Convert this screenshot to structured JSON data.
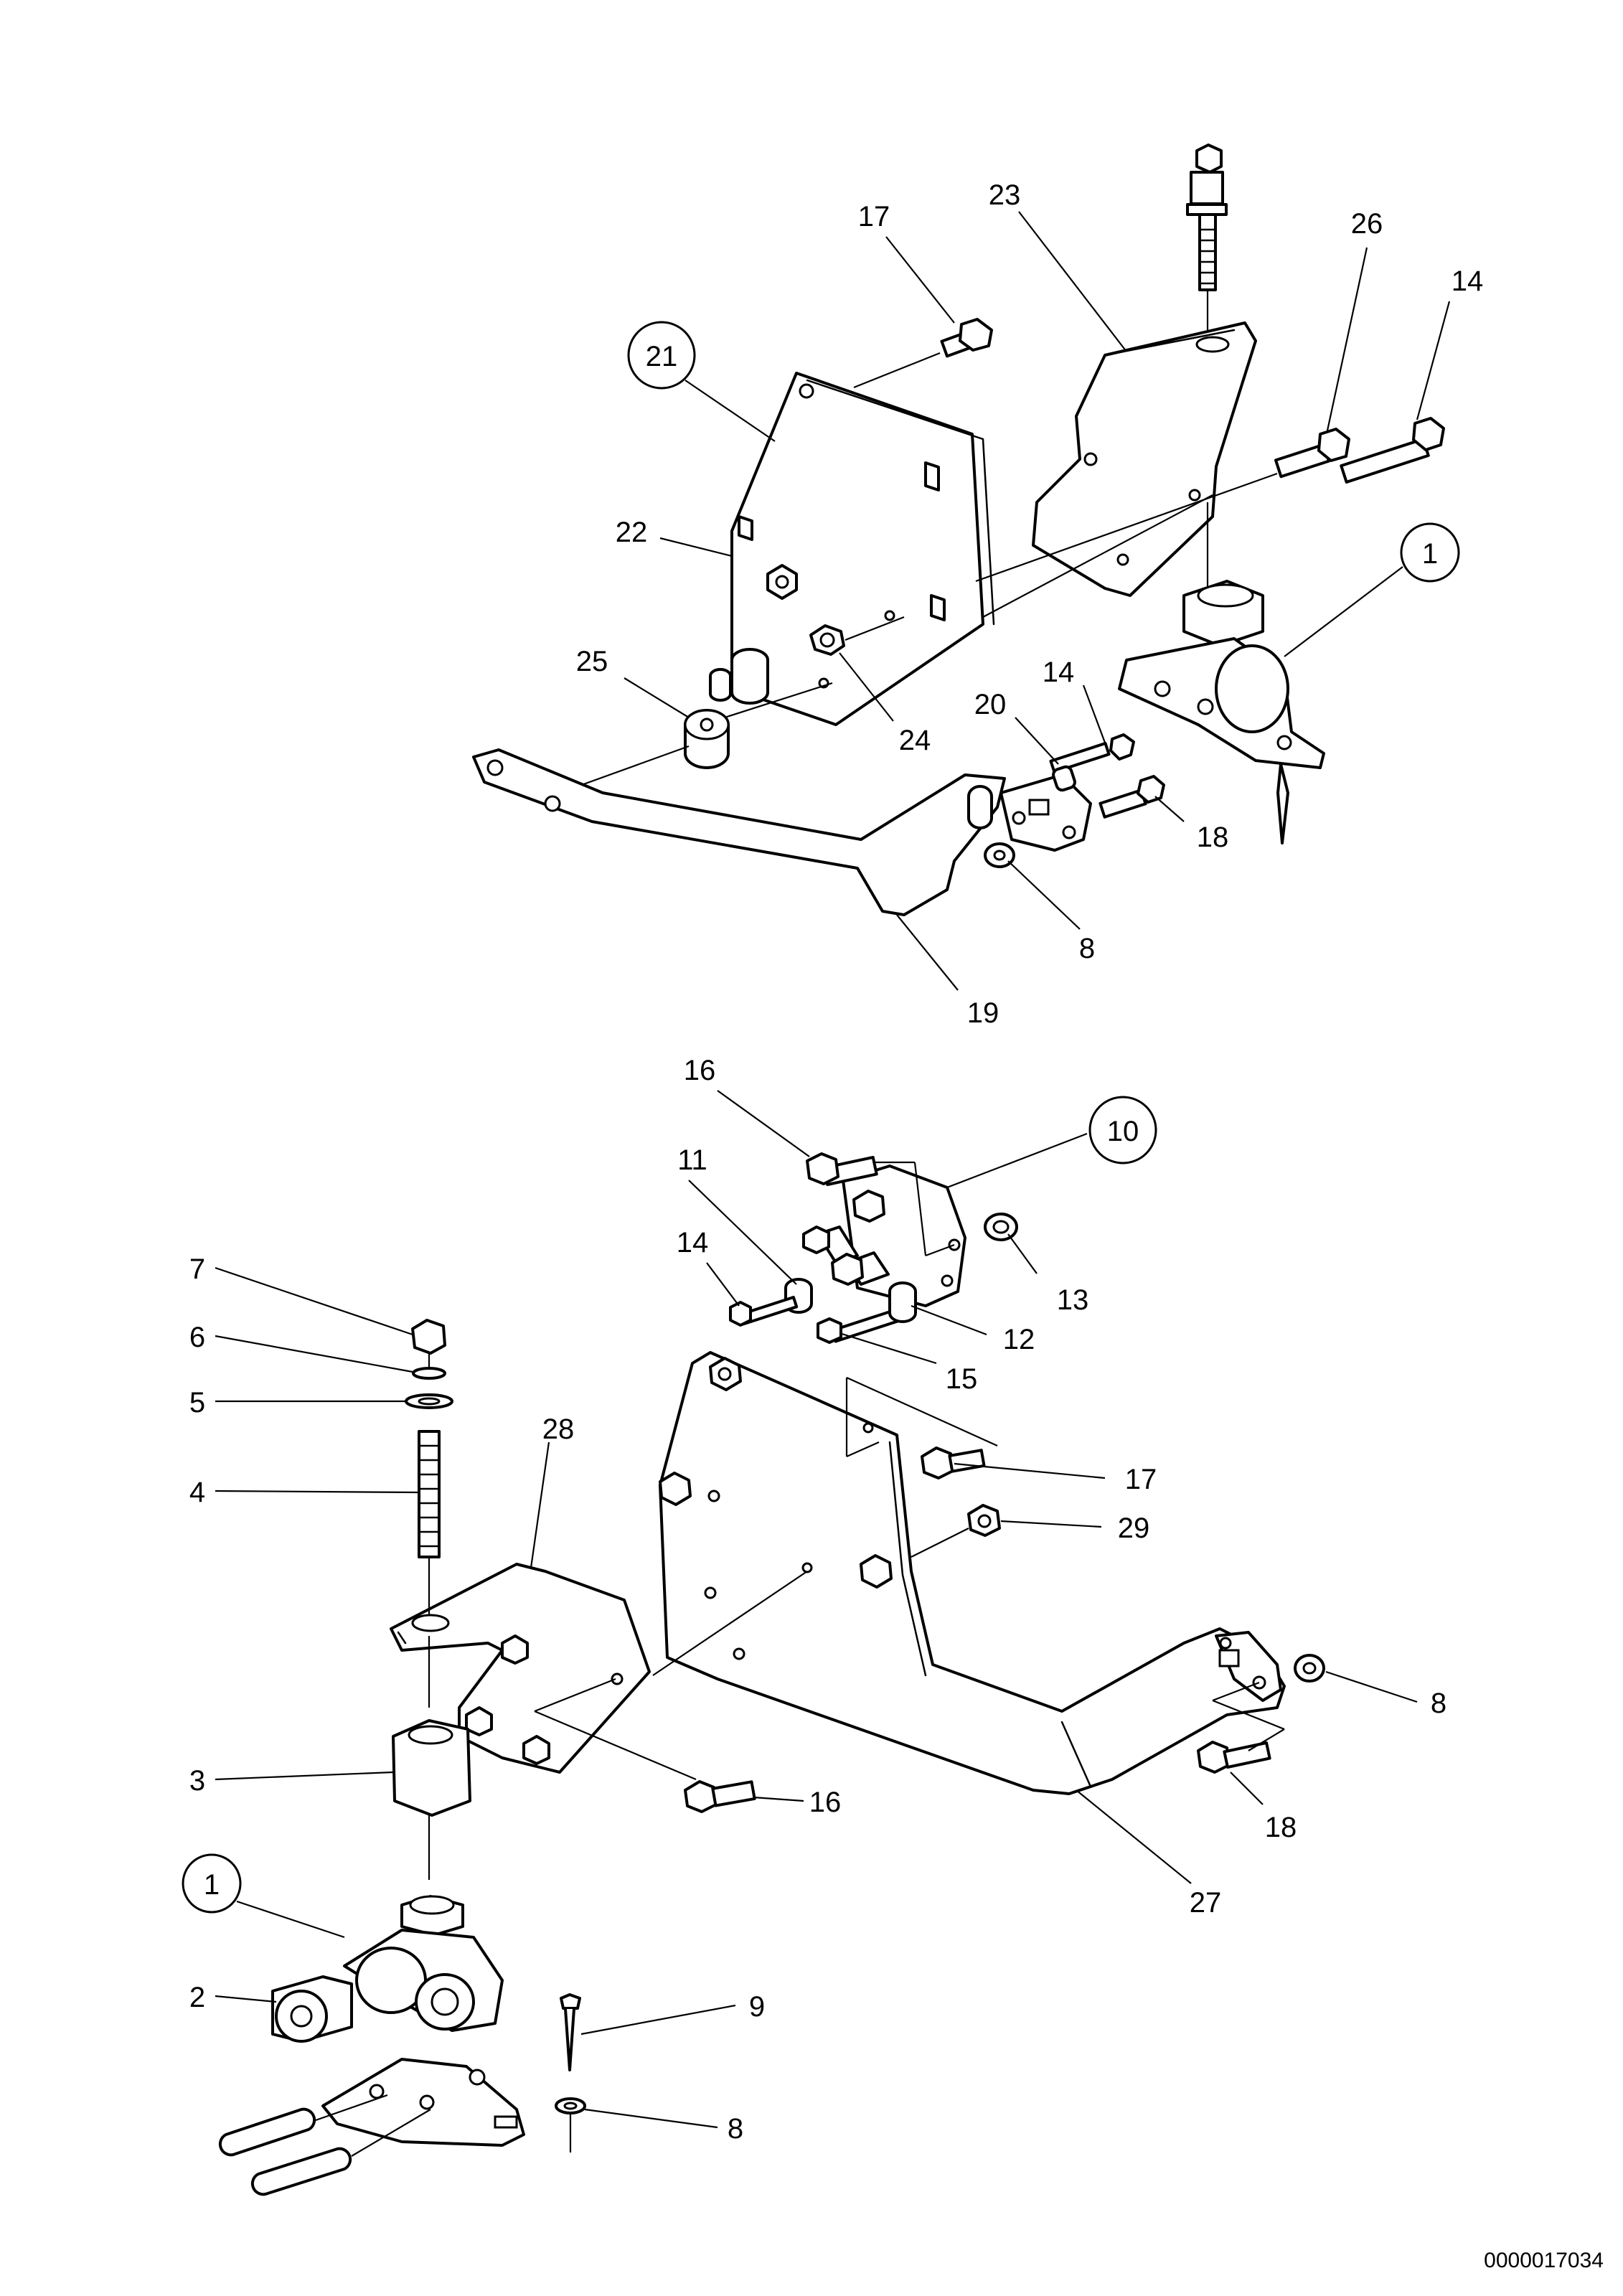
{
  "document": {
    "id": "0000017034"
  },
  "callouts": [
    {
      "label": "17",
      "circled": false
    },
    {
      "label": "23",
      "circled": false
    },
    {
      "label": "26",
      "circled": false
    },
    {
      "label": "14",
      "circled": false
    },
    {
      "label": "21",
      "circled": true
    },
    {
      "label": "22",
      "circled": false
    },
    {
      "label": "1",
      "circled": true
    },
    {
      "label": "25",
      "circled": false
    },
    {
      "label": "24",
      "circled": false
    },
    {
      "label": "20",
      "circled": false
    },
    {
      "label": "14",
      "circled": false
    },
    {
      "label": "18",
      "circled": false
    },
    {
      "label": "8",
      "circled": false
    },
    {
      "label": "19",
      "circled": false
    },
    {
      "label": "16",
      "circled": false
    },
    {
      "label": "10",
      "circled": true
    },
    {
      "label": "11",
      "circled": false
    },
    {
      "label": "14",
      "circled": false
    },
    {
      "label": "13",
      "circled": false
    },
    {
      "label": "12",
      "circled": false
    },
    {
      "label": "15",
      "circled": false
    },
    {
      "label": "7",
      "circled": false
    },
    {
      "label": "6",
      "circled": false
    },
    {
      "label": "5",
      "circled": false
    },
    {
      "label": "4",
      "circled": false
    },
    {
      "label": "28",
      "circled": false
    },
    {
      "label": "17",
      "circled": false
    },
    {
      "label": "29",
      "circled": false
    },
    {
      "label": "8",
      "circled": false
    },
    {
      "label": "3",
      "circled": false
    },
    {
      "label": "16",
      "circled": false
    },
    {
      "label": "18",
      "circled": false
    },
    {
      "label": "27",
      "circled": false
    },
    {
      "label": "1",
      "circled": true
    },
    {
      "label": "2",
      "circled": false
    },
    {
      "label": "9",
      "circled": false
    },
    {
      "label": "8",
      "circled": false
    }
  ]
}
